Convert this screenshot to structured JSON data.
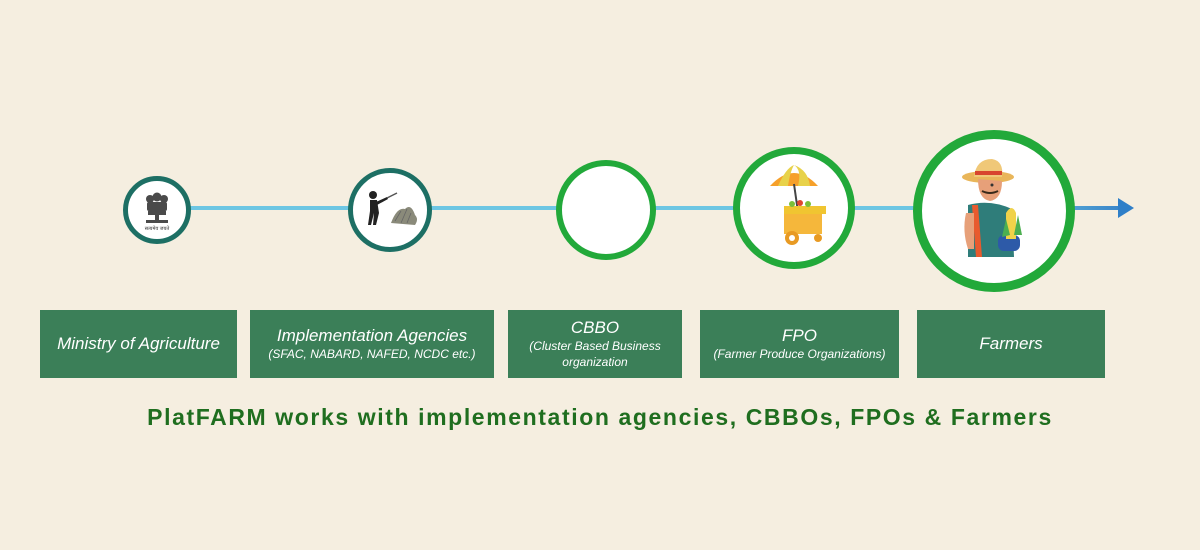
{
  "emblem": {
    "caption": "सत्यमेव जयते"
  },
  "stages": [
    {
      "label": "Ministry of Agriculture",
      "sub": ""
    },
    {
      "label": "Implementation Agencies",
      "sub": "(SFAC, NABARD,  NAFED, NCDC etc.)"
    },
    {
      "label": "CBBO",
      "sub": "(Cluster  Based Business organization"
    },
    {
      "label": "FPO",
      "sub": "(Farmer Produce Organizations)"
    },
    {
      "label": "Farmers",
      "sub": ""
    }
  ],
  "icons": [
    "national-emblem-icon",
    "farmer-threshing-icon",
    "empty-circle",
    "produce-cart-umbrella-icon",
    "farmer-with-corn-icon"
  ],
  "caption": "PlatFARM works with implementation agencies, CBBOs, FPOs & Farmers",
  "colors": {
    "background": "#f5eee0",
    "box": "#3b7f58",
    "ring_dark": "#1d6f64",
    "ring_green": "#22a93a",
    "line": "#6dc6e3",
    "arrow": "#2f7fc8",
    "caption": "#1f6e1f"
  }
}
